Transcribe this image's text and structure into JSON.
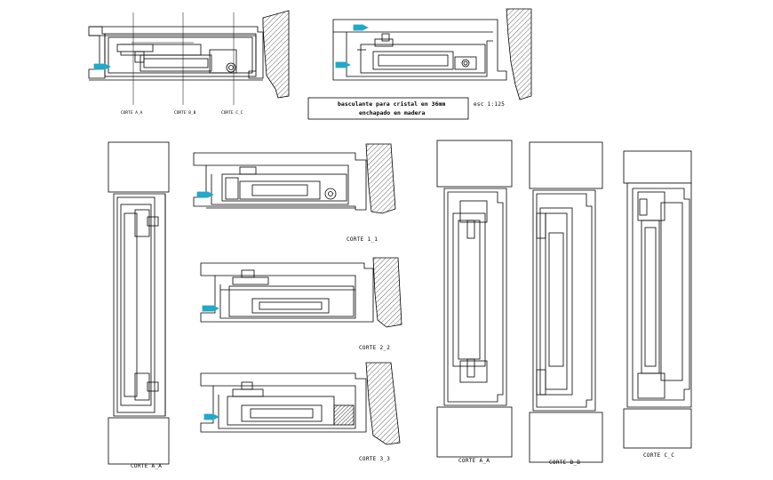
{
  "title_block": {
    "line1": "basculante para cristal en 36mm",
    "line2": "enchapado en madera",
    "scale": "esc 1:125"
  },
  "labels": {
    "top_a": "CORTE A_A",
    "top_b": "CORTE B_B",
    "top_c": "CORTE C_C",
    "corte_1": "CORTE 1_1",
    "corte_2": "CORTE 2_2",
    "corte_3": "CORTE 3_3",
    "left_aa": "CORTE A_A",
    "right_aa": "CORTE A_A",
    "right_bb": "CORTE B_B",
    "right_cc": "CORTE C_C"
  },
  "colors": {
    "line": "#000000",
    "accent": "#22a8c8",
    "background": "#ffffff"
  }
}
